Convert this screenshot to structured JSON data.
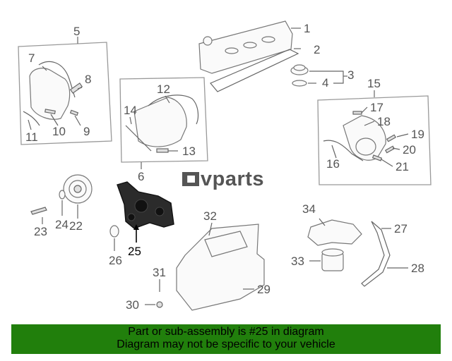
{
  "callouts": {
    "n1": "1",
    "n2": "2",
    "n3": "3",
    "n4": "4",
    "n5": "5",
    "n6": "6",
    "n7": "7",
    "n8": "8",
    "n9": "9",
    "n10": "10",
    "n11": "11",
    "n12": "12",
    "n13": "13",
    "n14": "14",
    "n15": "15",
    "n16": "16",
    "n17": "17",
    "n18": "18",
    "n19": "19",
    "n20": "20",
    "n21": "21",
    "n22": "22",
    "n23": "23",
    "n24": "24",
    "n25": "25",
    "n26": "26",
    "n27": "27",
    "n28": "28",
    "n29": "29",
    "n30": "30",
    "n31": "31",
    "n32": "32",
    "n33": "33",
    "n34": "34"
  },
  "highlighted_part": "25",
  "watermark": {
    "brand": "vparts"
  },
  "banner": {
    "line1": "Part or sub-assembly is #25 in diagram",
    "line2": "Diagram may not be specific to your vehicle",
    "color": "#217f0c"
  }
}
